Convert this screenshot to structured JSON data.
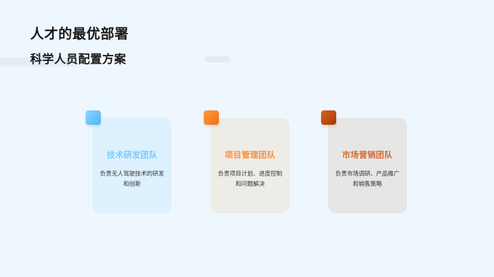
{
  "header": {
    "title": "人才的最优部署",
    "subtitle": "科学人员配置方案"
  },
  "colors": {
    "background": "#EFF7FE",
    "team_1_accent": "#4FB6FA",
    "team_2_accent": "#F2700F",
    "team_3_accent": "#A53A06"
  },
  "teams": [
    {
      "title": "技术研发团队",
      "description": "负责无人驾驶技术的研发和创新"
    },
    {
      "title": "项目管理团队",
      "description": "负责项目计划、进度控制和问题解决"
    },
    {
      "title": "市场营销团队",
      "description": "负责市场调研、产品推广和销售策略"
    }
  ]
}
